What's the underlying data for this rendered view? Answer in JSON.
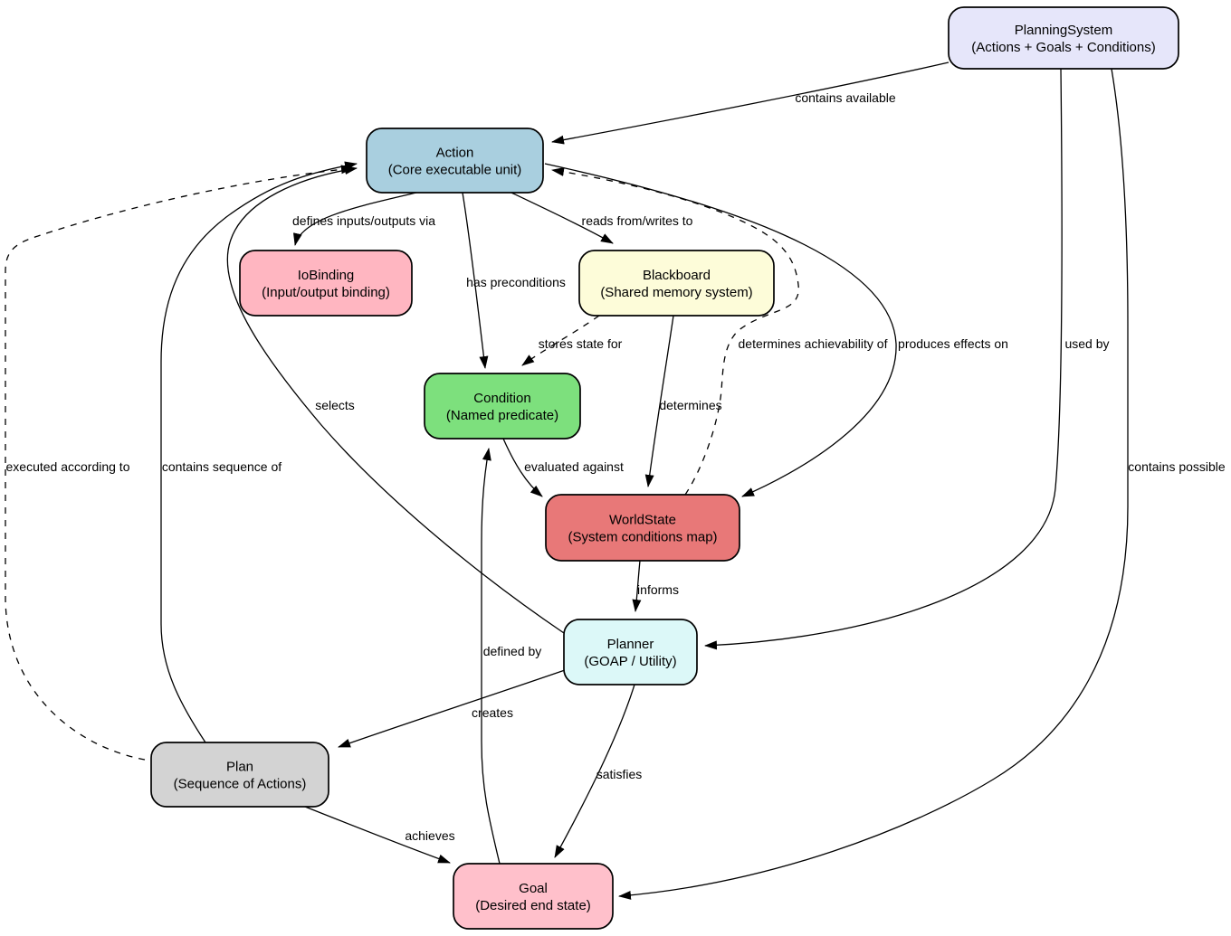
{
  "diagram": {
    "background": "#ffffff",
    "edge_color": "#000000",
    "node_border_color": "#000000",
    "text_color": "#000000",
    "nodes": [
      {
        "id": "planning_system",
        "title": "PlanningSystem",
        "subtitle": "(Actions + Goals + Conditions)",
        "fill": "#e6e6fa"
      },
      {
        "id": "action",
        "title": "Action",
        "subtitle": "(Core executable unit)",
        "fill": "#a9cfdf"
      },
      {
        "id": "io_binding",
        "title": "IoBinding",
        "subtitle": "(Input/output binding)",
        "fill": "#ffb6c1"
      },
      {
        "id": "blackboard",
        "title": "Blackboard",
        "subtitle": "(Shared memory system)",
        "fill": "#fdfcd9"
      },
      {
        "id": "condition",
        "title": "Condition",
        "subtitle": "(Named predicate)",
        "fill": "#7de07d"
      },
      {
        "id": "world_state",
        "title": "WorldState",
        "subtitle": "(System conditions map)",
        "fill": "#e87878"
      },
      {
        "id": "planner",
        "title": "Planner",
        "subtitle": "(GOAP / Utility)",
        "fill": "#dcf8f8"
      },
      {
        "id": "plan",
        "title": "Plan",
        "subtitle": "(Sequence of Actions)",
        "fill": "#d3d3d3"
      },
      {
        "id": "goal",
        "title": "Goal",
        "subtitle": "(Desired end state)",
        "fill": "#ffc0cb"
      }
    ],
    "edges": [
      {
        "id": "contains_available",
        "label": "contains available",
        "from": "planning_system",
        "to": "action",
        "style": "solid"
      },
      {
        "id": "used_by",
        "label": "used by",
        "from": "planning_system",
        "to": "planner",
        "style": "solid"
      },
      {
        "id": "contains_possible",
        "label": "contains possible",
        "from": "planning_system",
        "to": "goal",
        "style": "solid"
      },
      {
        "id": "defines_io_via",
        "label": "defines inputs/outputs via",
        "from": "action",
        "to": "io_binding",
        "style": "solid"
      },
      {
        "id": "reads_writes",
        "label": "reads from/writes to",
        "from": "action",
        "to": "blackboard",
        "style": "solid"
      },
      {
        "id": "has_preconditions",
        "label": "has preconditions",
        "from": "action",
        "to": "condition",
        "style": "solid"
      },
      {
        "id": "produces_effects",
        "label": "produces effects on",
        "from": "action",
        "to": "world_state",
        "style": "solid"
      },
      {
        "id": "stores_state_for",
        "label": "stores state for",
        "from": "blackboard",
        "to": "condition",
        "style": "dashed"
      },
      {
        "id": "determines",
        "label": "determines",
        "from": "blackboard",
        "to": "world_state",
        "style": "solid"
      },
      {
        "id": "evaluated_against",
        "label": "evaluated against",
        "from": "condition",
        "to": "world_state",
        "style": "solid"
      },
      {
        "id": "informs",
        "label": "informs",
        "from": "world_state",
        "to": "planner",
        "style": "solid"
      },
      {
        "id": "determines_achievability",
        "label": "determines achievability of",
        "from": "world_state",
        "to": "action",
        "style": "dashed"
      },
      {
        "id": "selects",
        "label": "selects",
        "from": "planner",
        "to": "action",
        "style": "solid"
      },
      {
        "id": "creates",
        "label": "creates",
        "from": "planner",
        "to": "plan",
        "style": "solid"
      },
      {
        "id": "satisfies",
        "label": "satisfies",
        "from": "planner",
        "to": "goal",
        "style": "solid"
      },
      {
        "id": "contains_sequence",
        "label": "contains sequence of",
        "from": "plan",
        "to": "action",
        "style": "solid"
      },
      {
        "id": "executed_according",
        "label": "executed according to",
        "from": "plan",
        "to": "action",
        "style": "dashed"
      },
      {
        "id": "achieves",
        "label": "achieves",
        "from": "plan",
        "to": "goal",
        "style": "solid"
      },
      {
        "id": "defined_by",
        "label": "defined by",
        "from": "goal",
        "to": "condition",
        "style": "solid"
      }
    ]
  }
}
